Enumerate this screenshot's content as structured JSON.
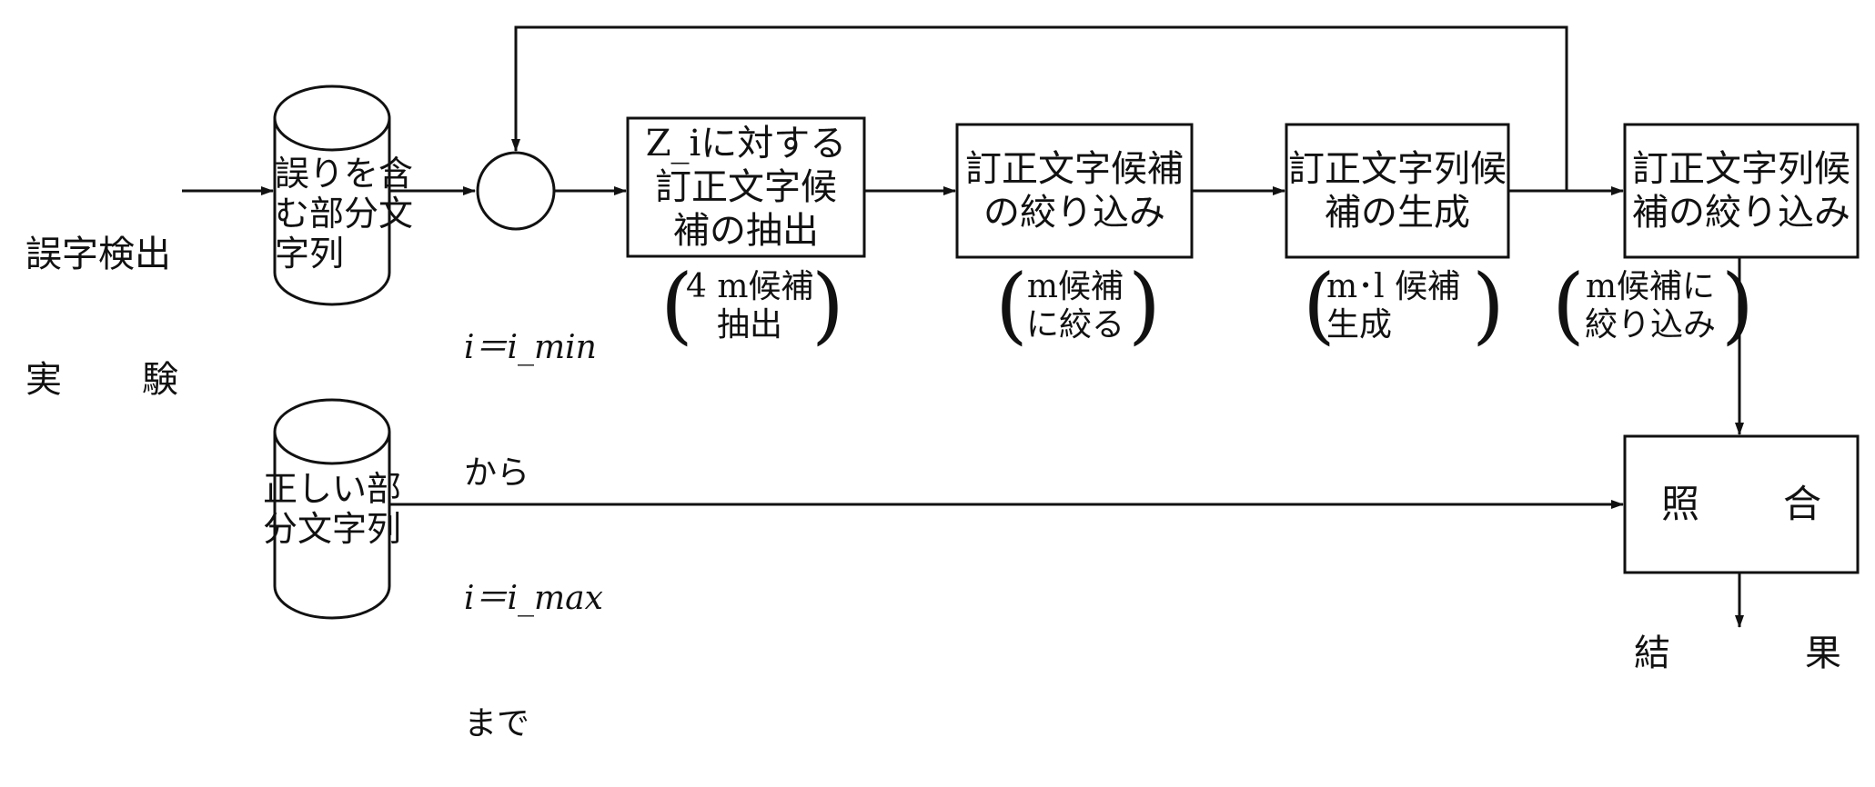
{
  "input": {
    "line1": "誤字検出",
    "line2_a": "実",
    "line2_b": "験"
  },
  "db_error": {
    "line1": "誤りを含",
    "line2": "む部分文",
    "line3": "字列"
  },
  "db_correct": {
    "line1": "正しい部",
    "line2": "分文字列"
  },
  "loop_label": {
    "line1": "i＝i_min",
    "line2": "から",
    "line3": "i＝i_max",
    "line4": "まで"
  },
  "boxes": {
    "extract": {
      "line1": "Z_iに対する",
      "line2": "訂正文字候",
      "line3": "補の抽出"
    },
    "narrow_chars": {
      "line1": "訂正文字候補",
      "line2": "の絞り込み"
    },
    "generate": {
      "line1": "訂正文字列候",
      "line2": "補の生成"
    },
    "narrow_strings": {
      "line1": "訂正文字列候",
      "line2": "補の絞り込み"
    },
    "match": {
      "left": "照",
      "right": "合"
    }
  },
  "notes": {
    "extract": {
      "line1": "4 m候補",
      "line2": "抽出"
    },
    "narrow_chars": {
      "line1": "m候補",
      "line2": "に絞る"
    },
    "generate": {
      "line1": "m･l 候補",
      "line2": "生成"
    },
    "narrow_strings": {
      "line1": "m候補に",
      "line2": "絞り込み"
    }
  },
  "result": {
    "left": "結",
    "right": "果"
  }
}
